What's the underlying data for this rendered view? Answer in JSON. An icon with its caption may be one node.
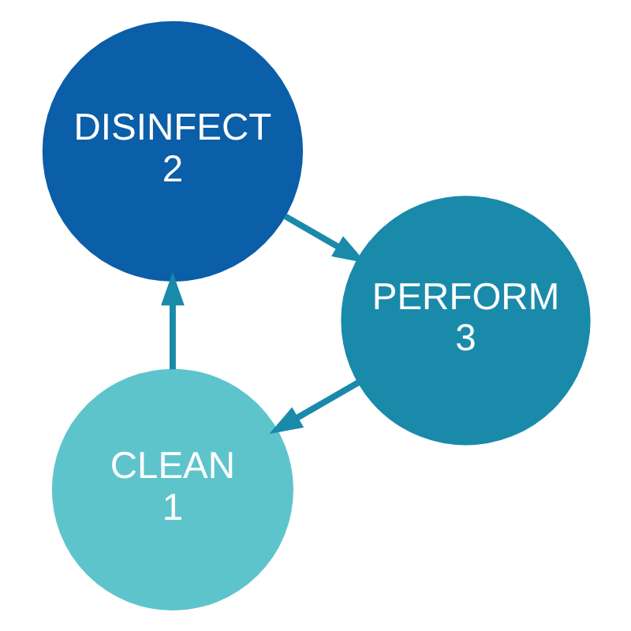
{
  "diagram": {
    "nodes": [
      {
        "text": [
          "CLEAN",
          "1"
        ]
      },
      {
        "text": [
          "DISINFECT",
          "2"
        ]
      },
      {
        "text": [
          "PERFORM",
          "3"
        ]
      }
    ],
    "edges": [
      {
        "from": 0,
        "to": 1,
        "arrow": "to"
      },
      {
        "from": 1,
        "to": 2,
        "arrow": "to"
      },
      {
        "from": 2,
        "to": 0,
        "arrow": "to"
      }
    ]
  }
}
